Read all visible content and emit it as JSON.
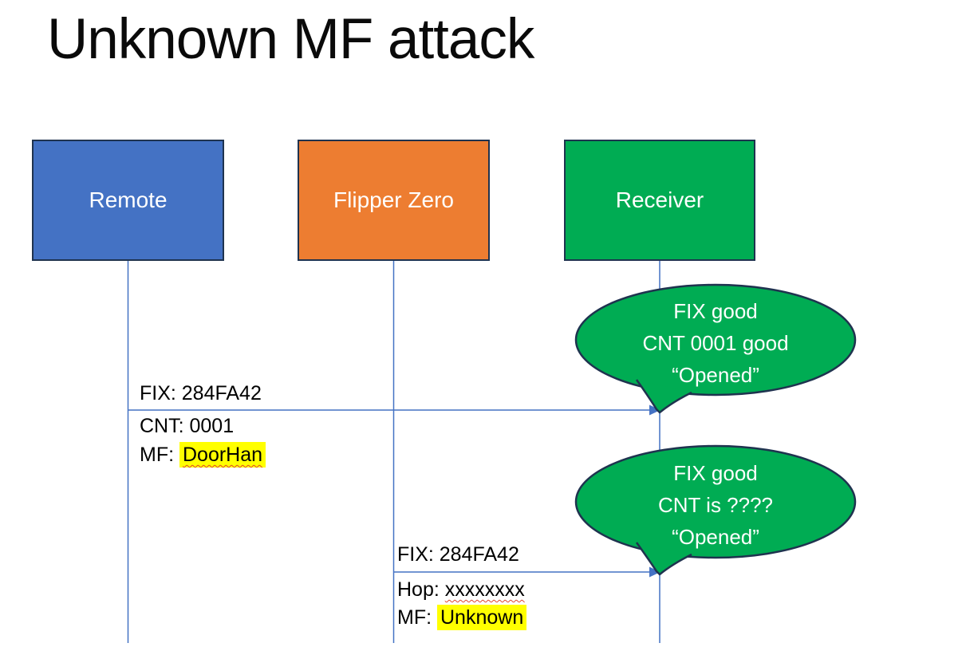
{
  "title": "Unknown MF attack",
  "actors": [
    {
      "label": "Remote"
    },
    {
      "label": "Flipper Zero"
    },
    {
      "label": "Receiver"
    }
  ],
  "messages": [
    {
      "fix": "FIX: 284FA42",
      "cnt": "CNT: 0001",
      "mf_label": "MF:",
      "mf_value": "DoorHan"
    },
    {
      "fix": "FIX: 284FA42",
      "hop_label": "Hop:",
      "hop_value": "xxxxxxxx",
      "mf_label": "MF:",
      "mf_value": "Unknown"
    }
  ],
  "callouts": [
    {
      "line1": "FIX good",
      "line2": "CNT 0001 good",
      "line3": "“Opened”"
    },
    {
      "line1": "FIX good",
      "line2": "CNT is ????",
      "line3": "“Opened”"
    }
  ],
  "colors": {
    "remote_fill": "#4472c4",
    "flipper_fill": "#ed7d31",
    "receiver_fill": "#00ac53",
    "callout_fill": "#00ac53",
    "shape_border": "#1f334f",
    "connector": "#4472c4",
    "highlight": "#ffff00",
    "squiggle": "#e0442a",
    "title_text": "#0a0a0a",
    "box_text": "#ffffff"
  }
}
